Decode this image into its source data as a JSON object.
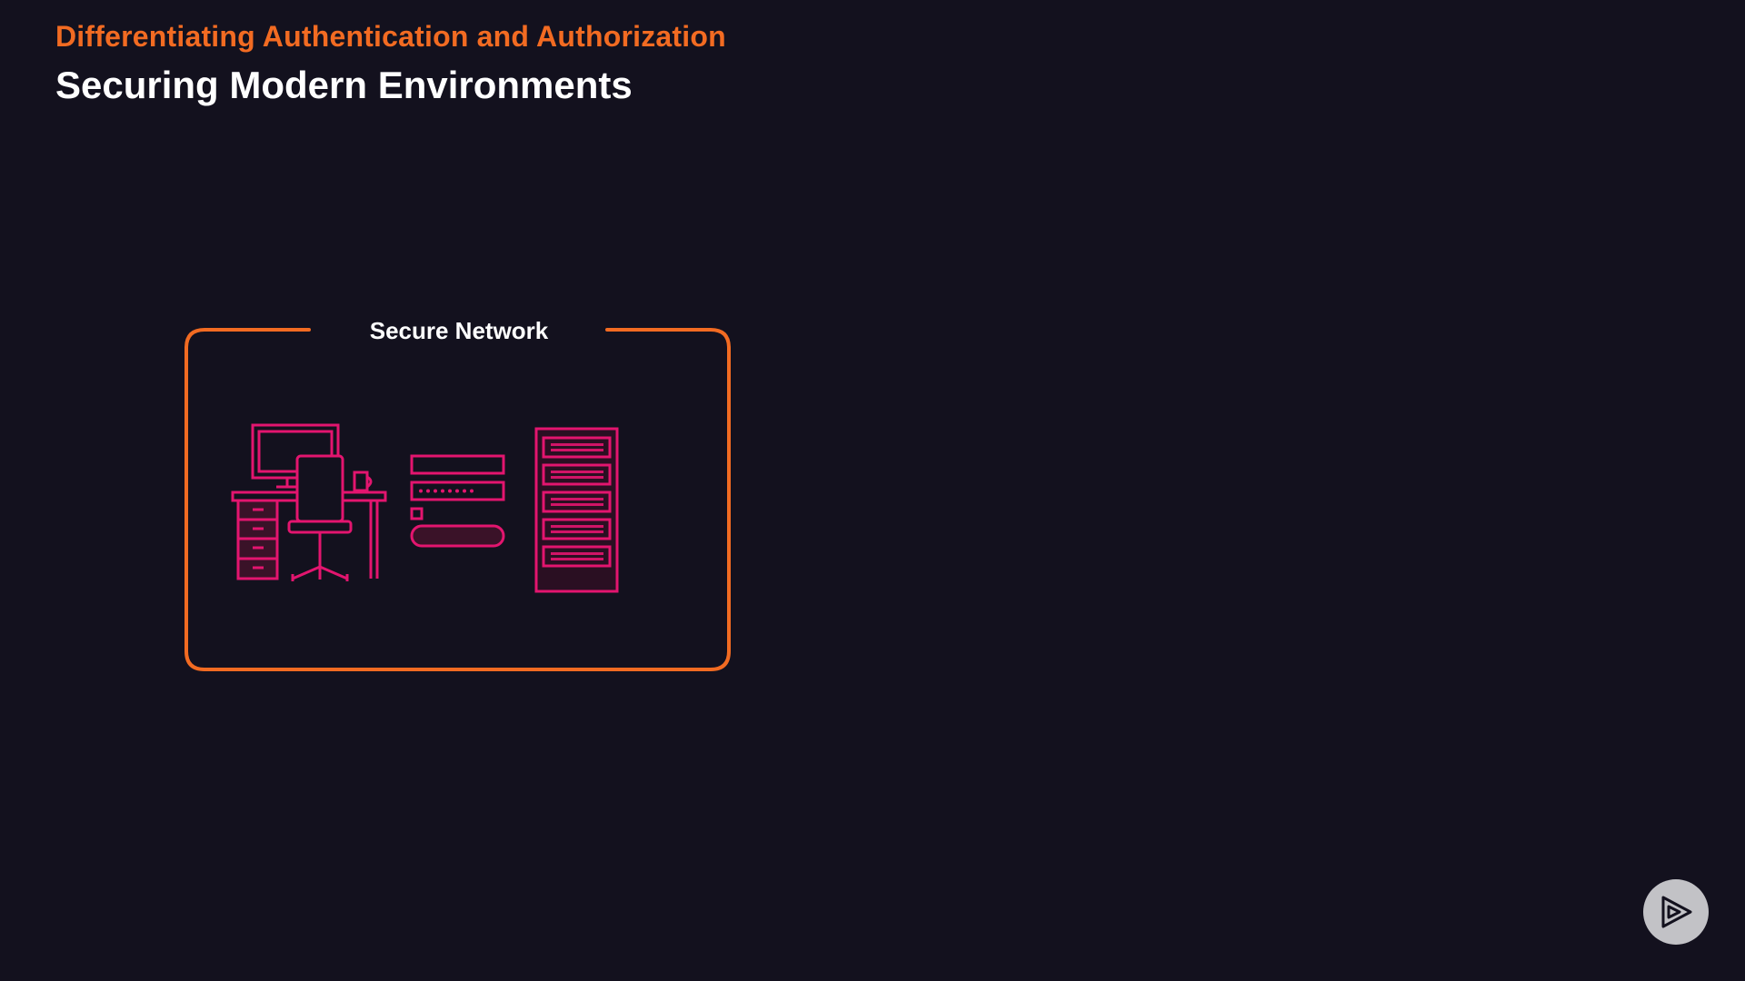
{
  "slide": {
    "eyebrow": "Differentiating Authentication and Authorization",
    "title": "Securing Modern Environments"
  },
  "network": {
    "label": "Secure Network",
    "icons": [
      "office-desk-icon",
      "login-form-icon",
      "server-rack-icon"
    ]
  },
  "colors": {
    "background": "#13111e",
    "accent_orange": "#f26b22",
    "icon_pink": "#e3156f",
    "text_white": "#ffffff"
  },
  "branding": {
    "icon": "play-logo-icon"
  }
}
